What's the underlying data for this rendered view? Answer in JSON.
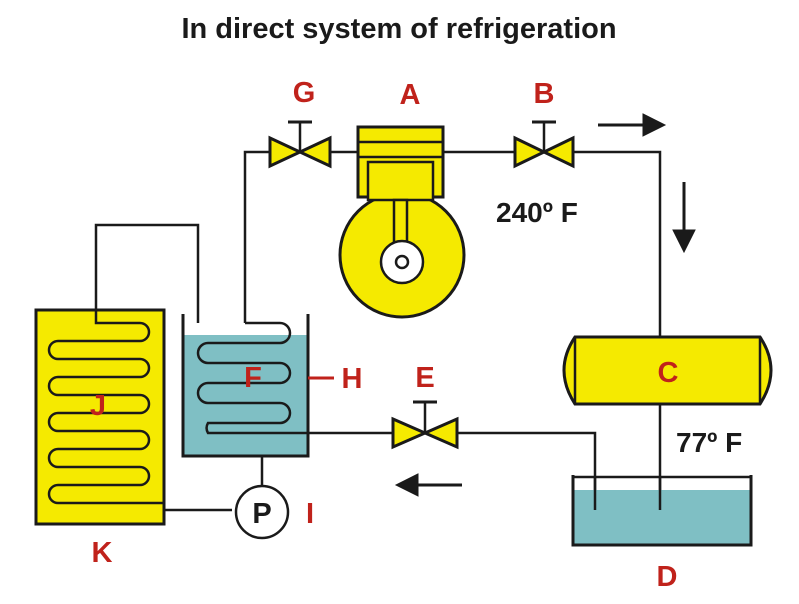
{
  "title": "In direct system of refrigeration",
  "colors": {
    "label": "#c0221b",
    "component_yellow": "#f5ea00",
    "liquid": "#7fbfc4",
    "line": "#1a1a1a"
  },
  "labels": {
    "A": "A",
    "B": "B",
    "C": "C",
    "D": "D",
    "E": "E",
    "F": "F",
    "G": "G",
    "H": "H",
    "I": "I",
    "J": "J",
    "K": "K",
    "P": "P"
  },
  "temperatures": {
    "discharge": "240º F",
    "condenser_out": "77º F"
  },
  "icons": {
    "valve": "valve-icon",
    "pump": "pump-icon",
    "compressor": "compressor-icon",
    "arrow": "flow-arrow-icon"
  }
}
